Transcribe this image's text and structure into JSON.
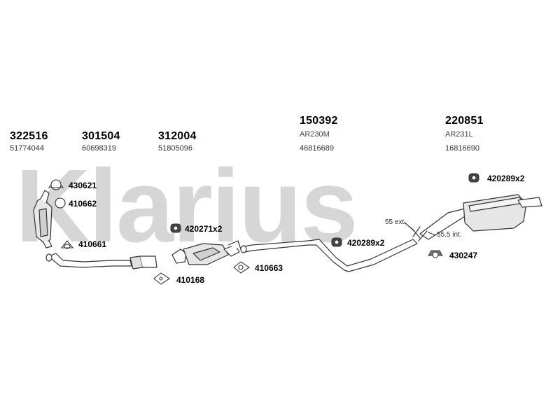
{
  "watermark": {
    "text": "Klarius",
    "color": "#d4d4d4"
  },
  "parts": [
    {
      "number": "322516",
      "ref": "51774044"
    },
    {
      "number": "301504",
      "ref": "60698319"
    },
    {
      "number": "312004",
      "ref": "51805096"
    },
    {
      "number": "150392",
      "tag": "AR230M",
      "ref": "46816689"
    },
    {
      "number": "220851",
      "tag": "AR231L",
      "ref": "16816690"
    }
  ],
  "fittings": {
    "f430621": "430621",
    "f410662": "410662",
    "f410661": "410661",
    "f420271": "420271x2",
    "f410168": "410168",
    "f410663": "410663",
    "f420289a": "420289x2",
    "f420289b": "420289x2",
    "f430247": "430247"
  },
  "notes": {
    "ext": "55 ext.",
    "int": "55.5 int."
  },
  "colors": {
    "line": "#333333",
    "pipe_fill": "#ffffff",
    "part_fill": "#e6e6e6"
  }
}
